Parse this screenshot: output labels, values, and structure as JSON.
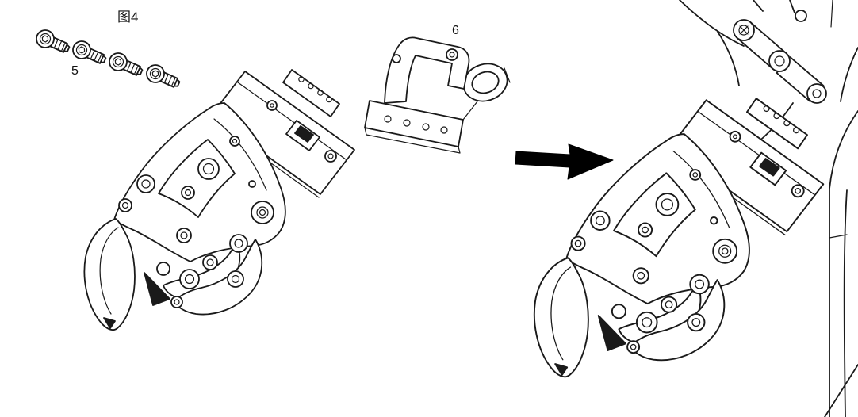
{
  "figure": {
    "title": "图4"
  },
  "parts": {
    "screws_label": "5",
    "bracket_label": "6"
  },
  "icons": {
    "arrow": "assembly-direction-arrow",
    "screw": "hex-socket-screw",
    "bracket": "clamp-bracket",
    "gripper": "robot-gripper"
  },
  "colors": {
    "line": "#1a1a1a",
    "background": "#ffffff",
    "arrow": "#000000"
  }
}
